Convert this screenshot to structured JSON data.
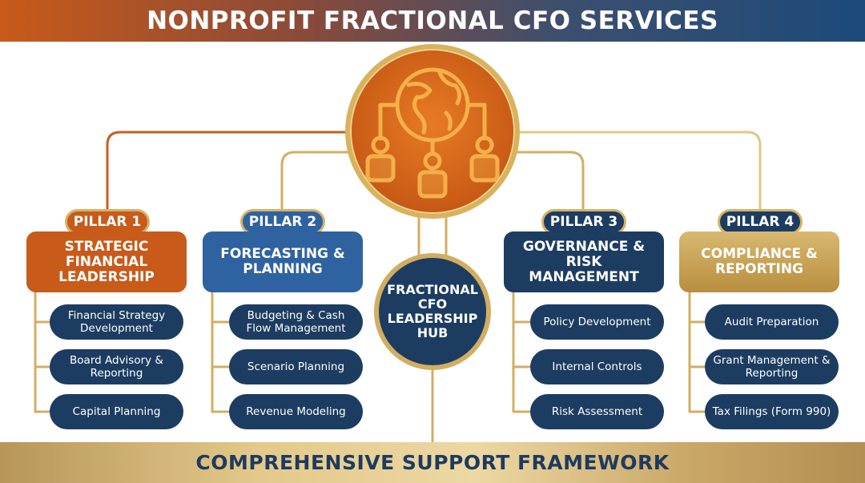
{
  "header": {
    "title": "NONPROFIT FRACTIONAL CFO SERVICES"
  },
  "hub": {
    "top_icon": "globe-network-people-icon",
    "center_label": "FRACTIONAL\nCFO\nLEADERSHIP\nHUB"
  },
  "pillars": [
    {
      "badge": "PILLAR 1",
      "title": "STRATEGIC\nFINANCIAL\nLEADERSHIP",
      "color": "#c85a1a",
      "items": [
        "Financial Strategy\nDevelopment",
        "Board Advisory &\nReporting",
        "Capital Planning"
      ]
    },
    {
      "badge": "PILLAR 2",
      "title": "FORECASTING &\nPLANNING",
      "color": "#2f62a0",
      "items": [
        "Budgeting & Cash\nFlow Management",
        "Scenario Planning",
        "Revenue Modeling"
      ]
    },
    {
      "badge": "PILLAR 3",
      "title": "GOVERNANCE &\nRISK MANAGEMENT",
      "color": "#1c3d61",
      "items": [
        "Policy Development",
        "Internal Controls",
        "Risk Assessment"
      ]
    },
    {
      "badge": "PILLAR 4",
      "title": "COMPLIANCE &\nREPORTING",
      "color": "#c49a48",
      "items": [
        "Audit Preparation",
        "Grant Management &\nReporting",
        "Tax Filings (Form 990)"
      ]
    }
  ],
  "footer": {
    "title": "COMPREHENSIVE SUPPORT FRAMEWORK"
  },
  "colors": {
    "orange": "#c85a1a",
    "blue": "#2f62a0",
    "navy": "#1c3d61",
    "gold": "#d2ad62"
  }
}
